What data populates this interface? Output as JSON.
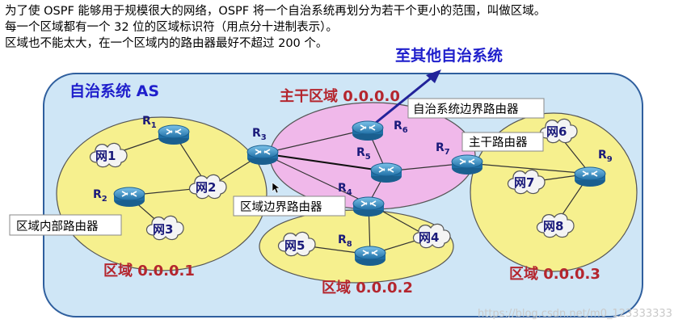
{
  "intro": {
    "line1": "为了使 OSPF 能够用于规模很大的网络，OSPF 将一个自治系统再划分为若干个更小的范围，叫做区域。",
    "line2": "每一个区域都有一个 32 位的区域标识符（用点分十进制表示）。",
    "line3": "区域也不能太大，在一个区域内的路由器最好不超过 200 个。"
  },
  "as_label": "自治系统 AS",
  "to_other_as": "至其他自治系统",
  "areas": {
    "backbone": "主干区域 0.0.0.0",
    "a1": "区域 0.0.0.1",
    "a2": "区域 0.0.0.2",
    "a3": "区域 0.0.0.3"
  },
  "callouts": {
    "as_boundary_router": "自治系统边界路由器",
    "backbone_router": "主干路由器",
    "area_border_router": "区域边界路由器",
    "internal_router": "区域内部路由器"
  },
  "routers": {
    "r1": {
      "name": "R",
      "sub": "1"
    },
    "r2": {
      "name": "R",
      "sub": "2"
    },
    "r3": {
      "name": "R",
      "sub": "3"
    },
    "r4": {
      "name": "R",
      "sub": "4"
    },
    "r5": {
      "name": "R",
      "sub": "5"
    },
    "r6": {
      "name": "R",
      "sub": "6"
    },
    "r7": {
      "name": "R",
      "sub": "7"
    },
    "r8": {
      "name": "R",
      "sub": "8"
    },
    "r9": {
      "name": "R",
      "sub": "9"
    }
  },
  "networks": {
    "n1": "网1",
    "n2": "网2",
    "n3": "网3",
    "n4": "网4",
    "n5": "网5",
    "n6": "网6",
    "n7": "网7",
    "n8": "网8"
  },
  "watermark": "https://blog.csdn.net/m0_123333333",
  "colors": {
    "as_fill": "#cfe6f6",
    "area_fill": "#f6f08e",
    "backbone_fill": "#f0b8ea",
    "router": "#2f8fc7",
    "arrow": "#22239a"
  }
}
